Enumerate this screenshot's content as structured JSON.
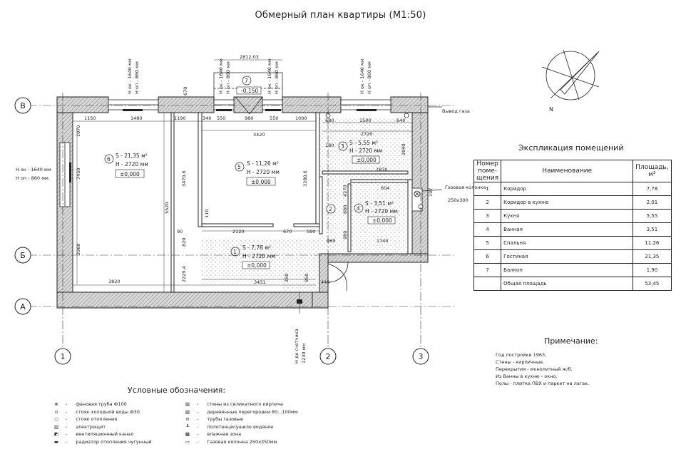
{
  "title": "Обмерный план квартиры (М1:50)",
  "axes": {
    "b": "В",
    "bb": "Б",
    "a": "А",
    "n1": "1",
    "n2": "2",
    "n3": "3"
  },
  "north": "N",
  "labels": {
    "gas_outlet": "Вывод газа",
    "gas_column": "Газовая колонка",
    "gas_column_size": "250х300",
    "window_left_1": "Н ок - 1640 мм",
    "window_left_2": "Н оп - 860 мм",
    "window_top1_1": "Н ок - 1640 мм",
    "window_top1_2": "Н оп - 860 мм",
    "window_top2_1": "Н ок - 1640 мм",
    "window_top2_2": "Н оп - 860 мм",
    "window_top3_1": "Н ок - 1640 мм",
    "window_top3_2": "Н оп - 860 мм",
    "window_top4_1": "Н ок - 1640 мм",
    "window_top4_2": "Н оп - 860 мм",
    "meter_1": "Н до счетчика",
    "meter_2": "1230 мм"
  },
  "rooms": [
    {
      "num": "6",
      "area": "S - 21,35 м²",
      "height": "Н - 2720 мм",
      "level": "±0,000"
    },
    {
      "num": "5",
      "area": "S - 11,26 м²",
      "height": "Н - 2720 мм",
      "level": "±0,000"
    },
    {
      "num": "3",
      "area": "S - 5,55 м²",
      "height": "Н - 2720 мм",
      "level": "±0,000"
    },
    {
      "num": "4",
      "area": "S - 3,51 м²",
      "height": "Н - 2720 мм",
      "level": "±0,000"
    },
    {
      "num": "1",
      "area": "S - 7,78 м²",
      "height": "Н - 2720 мм",
      "level": "±0,000"
    },
    {
      "num": "2"
    },
    {
      "num": "7",
      "level": "-0,150"
    }
  ],
  "dims": {
    "d1150": "1150",
    "d1480": "1480",
    "d1190": "1190",
    "d340": "340",
    "d550a": "550",
    "d980": "980",
    "d550b": "550",
    "d1000": "1000",
    "d2812": "2812,03",
    "d3420": "3420",
    "d2720": "2720",
    "d1500": "1500",
    "d640": "640",
    "d680": "680",
    "d180": "180",
    "d1870": "1870",
    "d604": "604",
    "d1740": "1740",
    "d3820": "3820",
    "d3431": "3431",
    "d449": "449",
    "d2120": "2120",
    "d670": "670",
    "d590": "590",
    "d90": "90",
    "d110": "110",
    "d5520": "5520",
    "d3470": "3470,6",
    "d3280": "3280,6",
    "d7450": "7450",
    "d2960": "2960",
    "d1070": "1070",
    "d820": "820",
    "d2294": "2229,4",
    "d670v": "670",
    "d2040": "2040",
    "d4270": "4270",
    "d969": "969",
    "d850": "850",
    "d250": "250",
    "d680v": "680",
    "d980v": "980",
    "d197": "197"
  },
  "explication": {
    "title": "Экспликация помещений",
    "headers": [
      "Номер поме-щения",
      "Наименование",
      "Площадь, м²"
    ],
    "rows": [
      [
        "1",
        "Коридор",
        "7,78"
      ],
      [
        "2",
        "Коридор в кухню",
        "2,01"
      ],
      [
        "3",
        "Кухня",
        "5,55"
      ],
      [
        "4",
        "Ванная",
        "3,51"
      ],
      [
        "5",
        "Спальня",
        "11,26"
      ],
      [
        "6",
        "Гостиная",
        "21,35"
      ],
      [
        "7",
        "Балкон",
        "1,90"
      ],
      [
        "",
        "Общая площадь",
        "53,45"
      ]
    ]
  },
  "notes": {
    "title": "Примечание:",
    "lines": [
      "Год постройки 1963.",
      "Стены - кирпичные.",
      "Перекрытия - монолитный ж/б.",
      "Из Ванны в кухню - окно.",
      "Полы - плитка  ПВХ и паркет на лагах."
    ]
  },
  "legend": {
    "title": "Условные обозначения:",
    "left": [
      {
        "icon": "drain-pipe-icon",
        "glyph": "⊗",
        "text": "фановая труба Ф100"
      },
      {
        "icon": "cold-water-icon",
        "glyph": "⊙",
        "text": "стояк холодной воды  Ф30"
      },
      {
        "icon": "heating-riser-icon",
        "glyph": "○",
        "text": "стояк отопления"
      },
      {
        "icon": "electric-panel-icon",
        "glyph": "▥",
        "text": "электрощит"
      },
      {
        "icon": "vent-duct-icon",
        "glyph": "◩",
        "text": "вентиляционный канал"
      },
      {
        "icon": "radiator-icon",
        "glyph": "▬",
        "text": "радиатор отопления чугунный"
      }
    ],
    "right": [
      {
        "icon": "silicate-wall-icon",
        "glyph": "▨",
        "text": "стены из силикатного кирпича"
      },
      {
        "icon": "partition-icon",
        "glyph": "▧",
        "text": "деревянные перегородки 80...100мм"
      },
      {
        "icon": "gas-pipe-icon",
        "glyph": "⊖",
        "text": "трубы газовые"
      },
      {
        "icon": "towel-rail-icon",
        "glyph": "╨",
        "text": "полотенцесушило водяное"
      },
      {
        "icon": "wet-zone-icon",
        "glyph": "▩",
        "text": "влажная зона"
      },
      {
        "icon": "gas-column-icon",
        "glyph": "▭",
        "text": "Газовая колонка 250х350мм"
      }
    ],
    "dash": "-"
  }
}
